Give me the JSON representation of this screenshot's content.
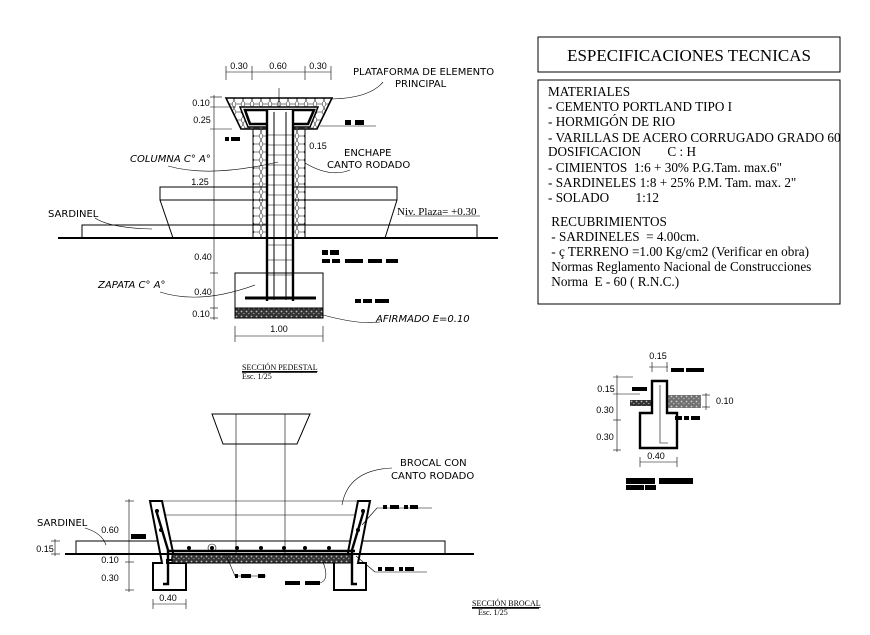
{
  "specs": {
    "title": "ESPECIFICACIONES TECNICAS",
    "lines": [
      "MATERIALES",
      "- CEMENTO PORTLAND TIPO I",
      "- HORMIGÓN DE RIO",
      "- VARILLAS DE ACERO CORRUGADO GRADO 60",
      "DOSIFICACION        C : H",
      "- CIMIENTOS  1:6 + 30% P.G.Tam. max.6\"",
      "- SARDINELES 1:8 + 25% P.M. Tam. max. 2\"",
      "- SOLADO        1:12",
      " RECUBRIMIENTOS",
      " - SARDINELES  = 4.00cm.",
      " - ç TERRENO =1.00 Kg/cm2 (Verificar en obra)",
      " Normas Reglamento Nacional de Construcciones",
      " Norma  E - 60 ( R.N.C.)"
    ]
  },
  "pedestal": {
    "dims_top": [
      "0.30",
      "0.60",
      "0.30"
    ],
    "dims_left": [
      "0.10",
      "0.25",
      "1.25",
      "0.40",
      "0.40",
      "0.10"
    ],
    "dim_bottom": "1.00",
    "dim_enchape": "0.15",
    "label_plataforma_1": "PLATAFORMA DE ELEMENTO",
    "label_plataforma_2": "PRINCIPAL",
    "label_columna": "COLUMNA C° A°",
    "label_enchape_1": "ENCHAPE",
    "label_enchape_2": "CANTO RODADO",
    "label_sardinel": "SARDINEL",
    "label_nivel": "Niv. Plaza= +0.30",
    "label_zapata": "ZAPATA C° A°",
    "label_afirmado": "AFIRMADO E=0.10",
    "section_title": "SECCIÓN PEDESTAL",
    "section_scale": "Esc. 1/25"
  },
  "brocal": {
    "label_brocal_1": "BROCAL CON",
    "label_brocal_2": "CANTO RODADO",
    "label_sardinel": "SARDINEL",
    "dims_left": [
      "0.60",
      "0.10",
      "0.30"
    ],
    "dim_sardinel": "0.15",
    "dim_bottom": "0.40",
    "section_title": "SECCIÓN BROCAL",
    "section_scale": "Esc. 1/25"
  },
  "detail": {
    "dim_top": "0.15",
    "dims_left": [
      "0.15",
      "0.30",
      "0.30"
    ],
    "dim_right": "0.10",
    "dim_bottom": "0.40"
  }
}
